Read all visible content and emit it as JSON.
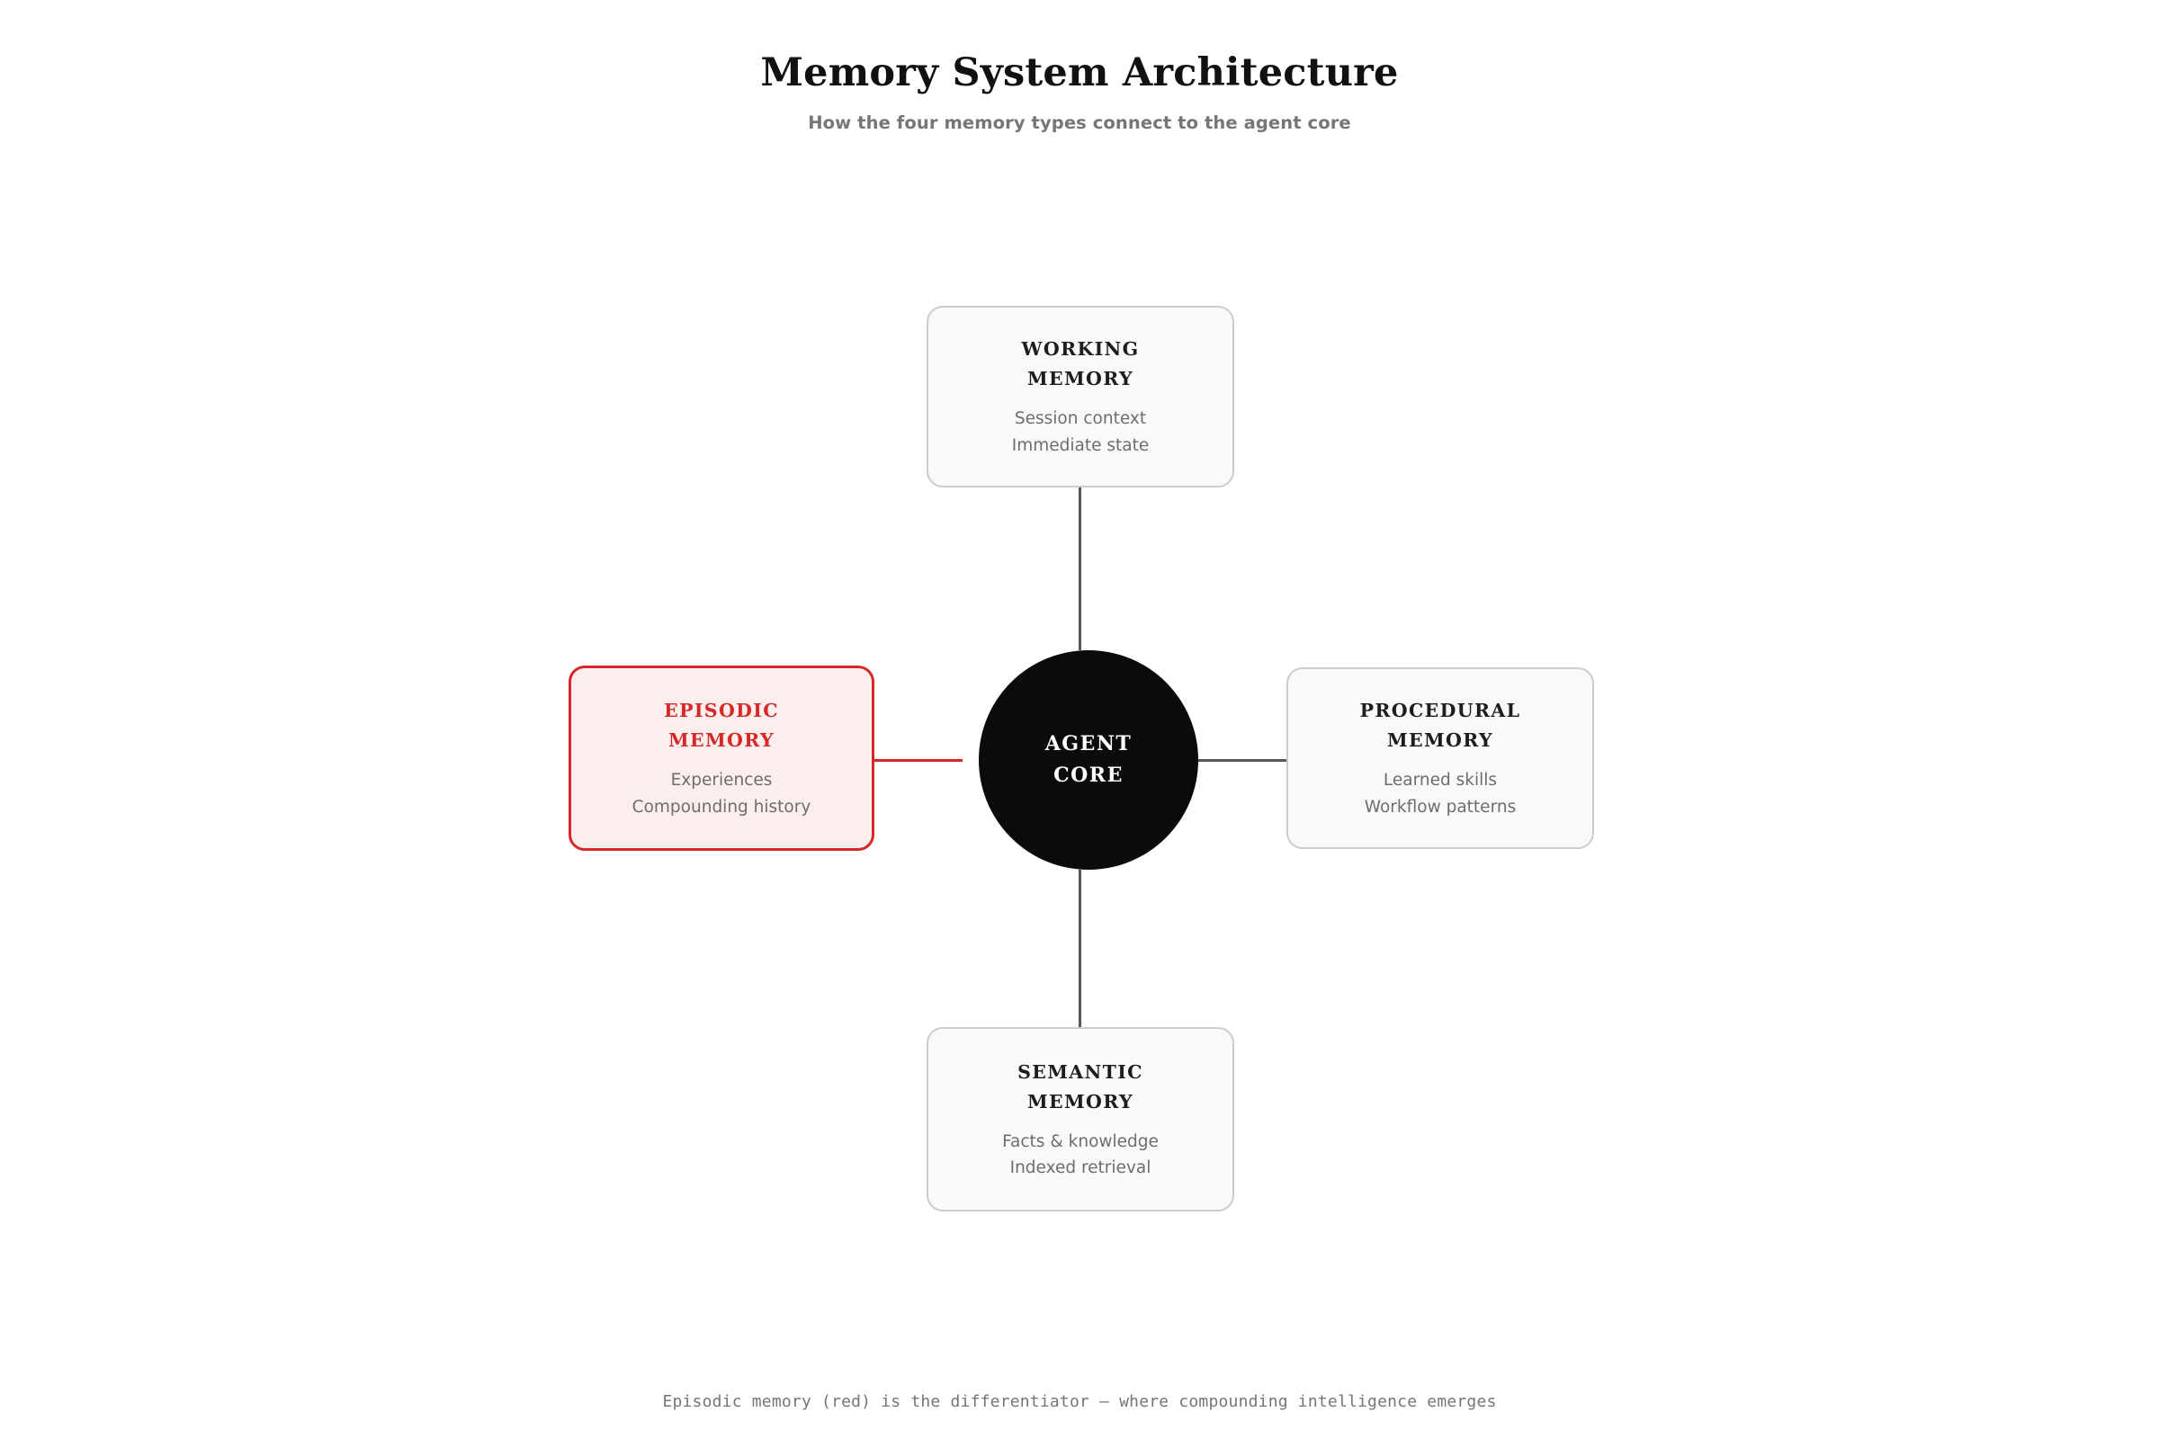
{
  "header": {
    "title": "Memory System Architecture",
    "subtitle": "How the four memory types connect to the agent core"
  },
  "core": {
    "label": "AGENT\nCORE",
    "color": "#0b0b0b",
    "text_color": "#ffffff"
  },
  "nodes": [
    {
      "id": "working-memory",
      "title": "WORKING\nMEMORY",
      "description": "Session context\nImmediate state",
      "position": "top",
      "accent": false,
      "border_color": "#cccccc",
      "fill_color": "#f9f9f9",
      "title_color": "#1d1d1d"
    },
    {
      "id": "episodic-memory",
      "title": "EPISODIC\nMEMORY",
      "description": "Experiences\nCompounding history",
      "position": "left",
      "accent": true,
      "border_color": "#d62828",
      "fill_color": "#fdeeee",
      "title_color": "#d62828"
    },
    {
      "id": "procedural-memory",
      "title": "PROCEDURAL\nMEMORY",
      "description": "Learned skills\nWorkflow patterns",
      "position": "right",
      "accent": false,
      "border_color": "#cccccc",
      "fill_color": "#f9f9f9",
      "title_color": "#1d1d1d"
    },
    {
      "id": "semantic-memory",
      "title": "SEMANTIC\nMEMORY",
      "description": "Facts & knowledge\nIndexed retrieval",
      "position": "bottom",
      "accent": false,
      "border_color": "#cccccc",
      "fill_color": "#f9f9f9",
      "title_color": "#1d1d1d"
    }
  ],
  "connectors": [
    {
      "id": "core-to-working",
      "orientation": "vertical",
      "color": "#575757",
      "accent": false
    },
    {
      "id": "core-to-semantic",
      "orientation": "vertical",
      "color": "#575757",
      "accent": false
    },
    {
      "id": "core-to-procedural",
      "orientation": "horizontal",
      "color": "#575757",
      "accent": false
    },
    {
      "id": "core-to-episodic",
      "orientation": "horizontal",
      "color": "#d62828",
      "accent": true
    }
  ],
  "footer": {
    "note": "Episodic memory (red) is the differentiator — where compounding intelligence emerges",
    "color": "#757575"
  }
}
